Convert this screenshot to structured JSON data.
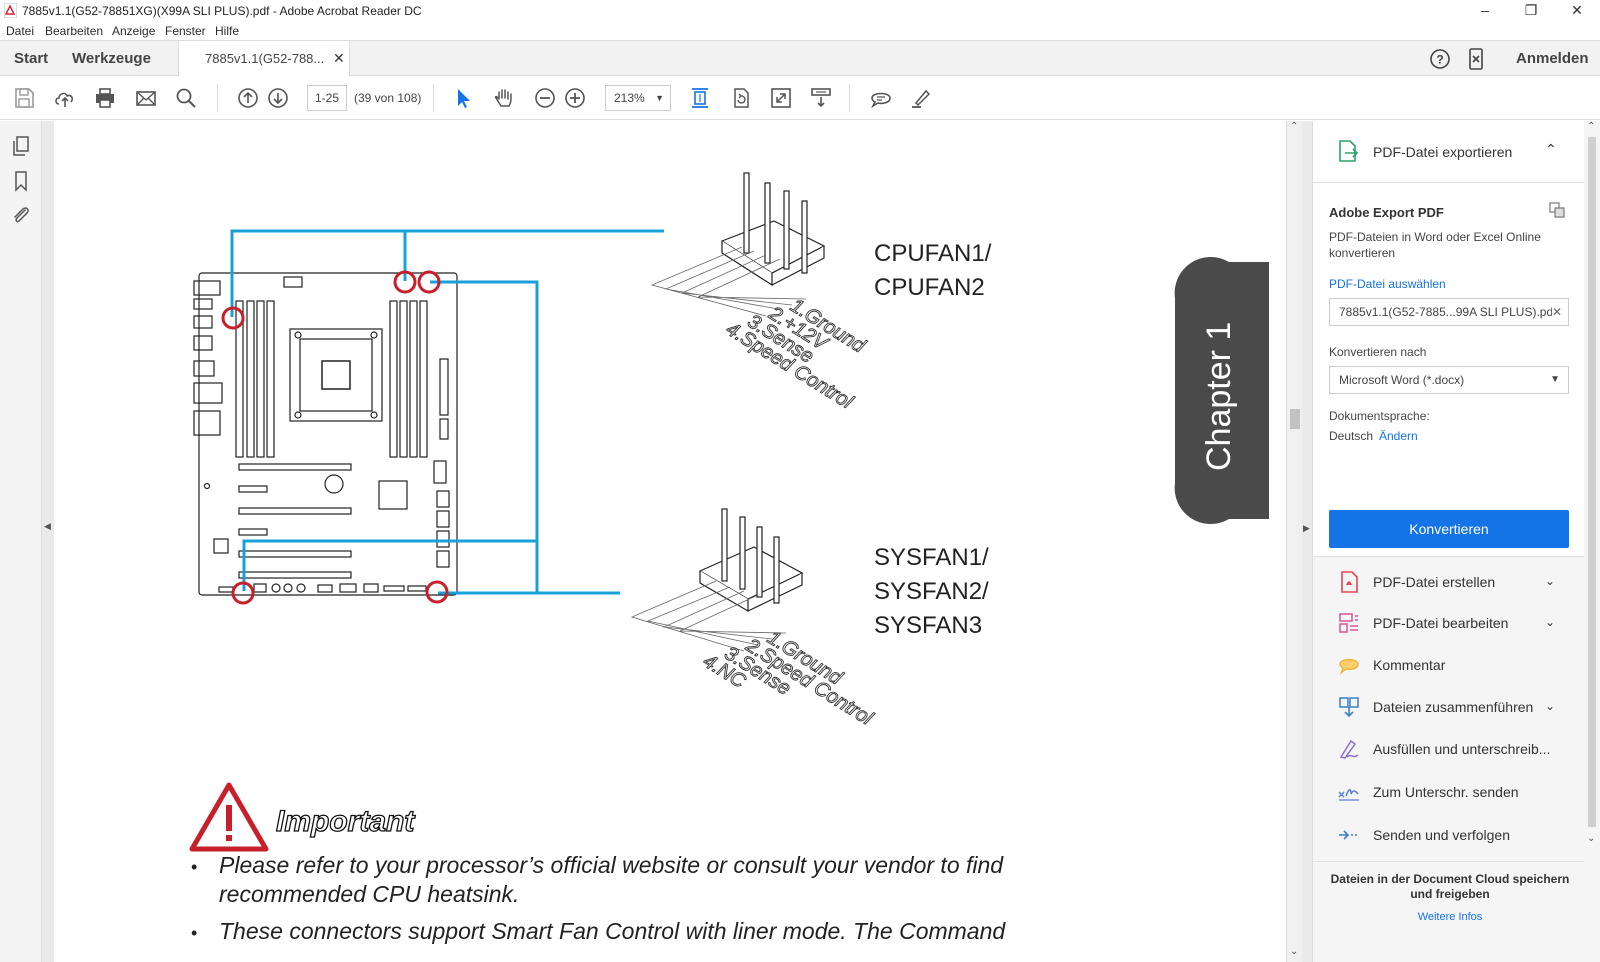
{
  "window": {
    "title": "7885v1.1(G52-78851XG)(X99A SLI PLUS).pdf - Adobe Acrobat Reader DC"
  },
  "menu": [
    "Datei",
    "Bearbeiten",
    "Anzeige",
    "Fenster",
    "Hilfe"
  ],
  "tabs": {
    "start": "Start",
    "tools": "Werkzeuge",
    "document": "7885v1.1(G52-788...",
    "sign_in": "Anmelden"
  },
  "toolbar": {
    "page_field": "1-25",
    "page_count": "(39 von 108)",
    "zoom": "213%"
  },
  "document": {
    "cpu_label_1": "CPUFAN1/",
    "cpu_label_2": "CPUFAN2",
    "cpu_pins": [
      "1.Ground",
      "2.+12V",
      "3.Sense",
      "4.Speed Control"
    ],
    "sys_label_1": "SYSFAN1/",
    "sys_label_2": "SYSFAN2/",
    "sys_label_3": "SYSFAN3",
    "sys_pins": [
      "1.Ground",
      "2.Speed Control",
      "3.Sense",
      "4.NC"
    ],
    "chapter_tab": "Chapter 1",
    "important": "Important",
    "bullets": [
      "Please refer to your processor’s official website or consult your vendor to find",
      "recommended CPU heatsink.",
      "These connectors support Smart Fan Control with liner mode. The Command"
    ]
  },
  "right_panel": {
    "export_title": "PDF-Datei exportieren",
    "adobe_export": "Adobe Export PDF",
    "export_desc": "PDF-Dateien in Word oder Excel Online konvertieren",
    "select_file": "PDF-Datei auswählen",
    "file_value": "7885v1.1(G52-7885...99A SLI PLUS).pdf",
    "convert_to_label": "Konvertieren nach",
    "convert_to_value": "Microsoft Word (*.docx)",
    "doc_lang_label": "Dokumentsprache:",
    "doc_lang_value": "Deutsch",
    "change_link": "Ändern",
    "convert_button": "Konvertieren",
    "tools": [
      {
        "label": "PDF-Datei erstellen",
        "has_chevron": true
      },
      {
        "label": "PDF-Datei bearbeiten",
        "has_chevron": true
      },
      {
        "label": "Kommentar",
        "has_chevron": false
      },
      {
        "label": "Dateien zusammenführen",
        "has_chevron": true
      },
      {
        "label": "Ausfüllen und unterschreib...",
        "has_chevron": false
      },
      {
        "label": "Zum Unterschr. senden",
        "has_chevron": false
      },
      {
        "label": "Senden und verfolgen",
        "has_chevron": false
      }
    ],
    "cloud_text": "Dateien in der Document Cloud speichern und freigeben",
    "more_info": "Weitere Infos"
  },
  "colors": {
    "accent": "#1473e6",
    "connector_line": "#1aa0d8",
    "highlight_circle": "#c8202a",
    "chapter_tab": "#4a4a4a"
  }
}
